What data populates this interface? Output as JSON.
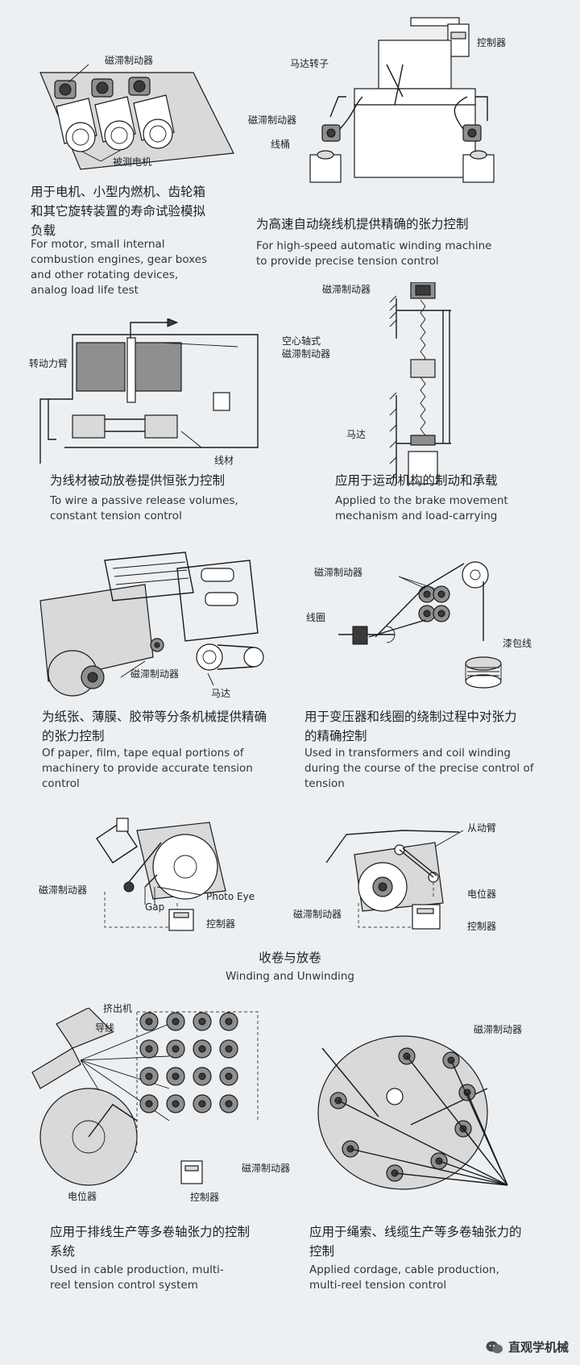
{
  "panels": {
    "p1": {
      "labels": [
        "磁滞制动器",
        "被测电机"
      ],
      "cn": "用于电机、小型内燃机、齿轮箱和其它旋转装置的寿命试验模拟负载",
      "en": "For motor, small internal combustion engines, gear boxes and other rotating devices, analog load life test"
    },
    "p2": {
      "labels": [
        "控制器",
        "马达转子",
        "磁滞制动器",
        "线桶"
      ],
      "cn": "为高速自动绕线机提供精确的张力控制",
      "en": "For high-speed automatic winding machine to provide precise tension control"
    },
    "p3": {
      "labels": [
        "空心轴式",
        "磁滞制动器",
        "转动力臂",
        "线材"
      ],
      "cn": "为线材被动放卷提供恒张力控制",
      "en": "To wire a passive release volumes, constant tension control"
    },
    "p4": {
      "labels": [
        "磁滞制动器",
        "马达"
      ],
      "cn": "应用于运动机构的制动和承载",
      "en": "Applied to the brake movement mechanism and load-carrying"
    },
    "p5": {
      "labels": [
        "磁滞制动器",
        "马达"
      ],
      "cn": "为纸张、薄膜、胶带等分条机械提供精确的张力控制",
      "en": "Of paper, film, tape equal portions of machinery to provide accurate tension control"
    },
    "p6": {
      "labels": [
        "磁滞制动器",
        "线圈",
        "漆包线"
      ],
      "cn": "用于变压器和线圈的绕制过程中对张力的精确控制",
      "en": "Used in transformers and coil winding during the course of the precise control of tension"
    },
    "p7": {
      "labels": [
        "磁滞制动器",
        "Photo Eye",
        "Gap",
        "控制器"
      ]
    },
    "p8": {
      "labels": [
        "从动臂",
        "电位器",
        "磁滞制动器",
        "控制器"
      ]
    },
    "winding": {
      "cn": "收卷与放卷",
      "en": "Winding and Unwinding"
    },
    "p9": {
      "labels": [
        "挤出机",
        "导线",
        "磁滞制动器",
        "电位器",
        "控制器"
      ],
      "cn": "应用于排线生产等多卷轴张力的控制系统",
      "en": "Used in cable production, multi-reel tension control system"
    },
    "p10": {
      "labels": [
        "磁滞制动器"
      ],
      "cn": "应用于绳索、线缆生产等多卷轴张力的控制",
      "en": "Applied cordage, cable production, multi-reel tension control"
    }
  },
  "watermark": {
    "text": "直观学机械",
    "icon": "wechat-icon"
  }
}
